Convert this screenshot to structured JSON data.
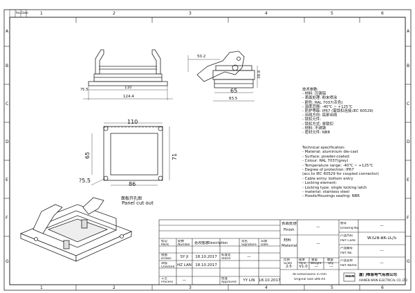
{
  "zones": {
    "top": [
      "1",
      "2",
      "3",
      "4",
      "5",
      "6"
    ],
    "bottom": [
      "1",
      "2",
      "3",
      "4",
      "5",
      "6"
    ],
    "left": [
      "A",
      "B",
      "C",
      "D",
      "E",
      "F",
      "G"
    ],
    "right": [
      "A",
      "B",
      "C",
      "D",
      "E",
      "F",
      "G"
    ]
  },
  "corner": {
    "rev": "Rev",
    "date": "Date"
  },
  "dimensions": {
    "front_height_label": "?5.5",
    "front_inner": "110",
    "front_total": "124.4",
    "side_offset": "50.2",
    "side_width": "65",
    "side_total": "83.5",
    "side_height": "38.8",
    "panel_width": "110",
    "panel_inner_width": "86",
    "panel_height": "65",
    "panel_height_outer": "71",
    "panel_hole": "?5.5"
  },
  "panel_caption": {
    "cn": "面板开孔图",
    "en": "Panel cut out"
  },
  "notes_cn": [
    "技术参数:",
    "- 材料: 压铸铝",
    "- 表面处理: 粉末喷涂",
    "- 颜色: RAL 7037(灰色)",
    "- 温度范围: -40℃ ~ +125℃",
    "- 防护等级: IP67 (需锁扣连接,IEC 60529)",
    "- 出线方向: 底部出线",
    "- 锁扣元件:",
    "      - 锁扣方式: 单锁扣",
    "      - 材料: 不锈钢",
    "- 密封元件: NBR"
  ],
  "notes_en": [
    "Technical specification:",
    "- Material: aluminium die-cast",
    "- Surface: powder-coated",
    "- Colour: RAL 7037(grey)",
    "- Temperature range: -40℃ ~ +125℃",
    "- Degree of protection: IP67",
    "   (acc.to IEC 60529 for coupled connector)",
    "- Cable entry: bottom entry",
    "- Locking element:",
    "      - Locking type: single locking latch",
    "      - material: stainless steel",
    "- Hoods/Housings sealing: NBR"
  ],
  "titleblock": {
    "surface_treatment": "表面处理",
    "finish": "Finish",
    "material_cn": "材料",
    "material": "Material",
    "finish_val": "—",
    "material_val": "—",
    "drawing_no_cn": "图号",
    "drawing_no": "Drawing No.",
    "drawing_no_val": "—",
    "part_code_cn": "产品代码",
    "part_code": "Part Code",
    "part_code_val": "W32B-BK-1L/S",
    "part_no_cn": "产品编号",
    "part_no": "Part No.",
    "part_no_val": "—",
    "part_name_cn": "产品名称",
    "part_name": "Part Name",
    "part_name_val": "—",
    "mark_cn": "标记",
    "mark": "Mark",
    "number_cn": "处数",
    "number": "Number",
    "desc_cn": "更改描述",
    "desc": "/Description",
    "sig_cn": "签名",
    "sig": "Signature",
    "date_cn": "日期",
    "date": "Date",
    "drawn_cn": "绘图",
    "drawn": "Drawn",
    "drawn_by": "SY JI",
    "drawn_date": "18.10.2017",
    "checked_cn": "审核",
    "checked": "Checked",
    "checked_by": "HZ LAN",
    "checked_date": "18.10.2017",
    "process_cn": "工艺",
    "process": "Process",
    "process_by": "—",
    "approved_cn": "批准",
    "approved": "Approved",
    "approved_by": "YY LIN",
    "approved_date": "18.10.2017",
    "stand_cn": "标准化",
    "stand": "Stand",
    "stand_val": "—",
    "scale_cn": "比例",
    "scale": "Scale",
    "scale_val": "2:5",
    "rev_cn": "版本",
    "rev": "REV.",
    "rev_val": "V1.0",
    "weight_cn": "重量",
    "weight": "Weight",
    "weight_val": "—",
    "qty_cn": "数量",
    "qty": "Qty.",
    "qty_val": "—",
    "dims_note_1": "All Dimensions in mm",
    "dims_note_2": "Original Size DIN A4",
    "company_cn": "厦门唯恩电气有限公司",
    "company_en": "XIAMEN WAIN ELECTRICAL CO.,LTD",
    "logo": "WAIN",
    "dash": "—"
  },
  "colors": {
    "line": "#222222",
    "bg": "#ffffff"
  }
}
